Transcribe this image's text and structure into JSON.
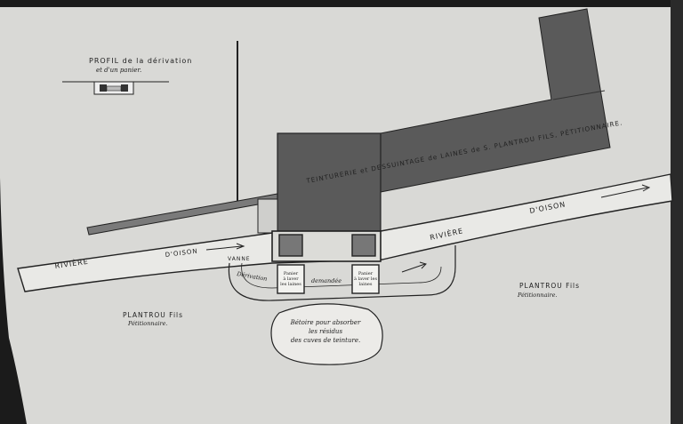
{
  "profile_title": "PROFIL de la dérivation",
  "profile_subtitle": "et d'un panier.",
  "factory_label": "TEINTURERIE et DESSUINTAGE de LAINES de S. PLANTROU FILS, PÉTITIONNAIRE.",
  "river_left_1": "RIVIÈRE",
  "river_left_2": "D'OISON",
  "river_right_1": "RIVIÈRE",
  "river_right_2": "D'OISON",
  "vanne_label": "VANNE",
  "derivation_label": "Dérivation",
  "demandee_label": "demandée",
  "basket_left_label": [
    "Panier",
    "à laver",
    "les laines"
  ],
  "basket_right_label": [
    "Panier",
    "à laver les",
    "laines"
  ],
  "owner_left_name": "PLANTROU Fils",
  "owner_left_role": "Pétitionnaire.",
  "owner_right_name": "PLANTROU Fils",
  "owner_right_role": "Pétitionnaire.",
  "pond_label": [
    "Bétoire pour absorber",
    "les résidus",
    "des cuves de teinture."
  ],
  "colors": {
    "paper": "#d9d9d6",
    "ink": "#222222",
    "building_fill": "#5a5a5a",
    "frame": "#1b1b1b"
  }
}
